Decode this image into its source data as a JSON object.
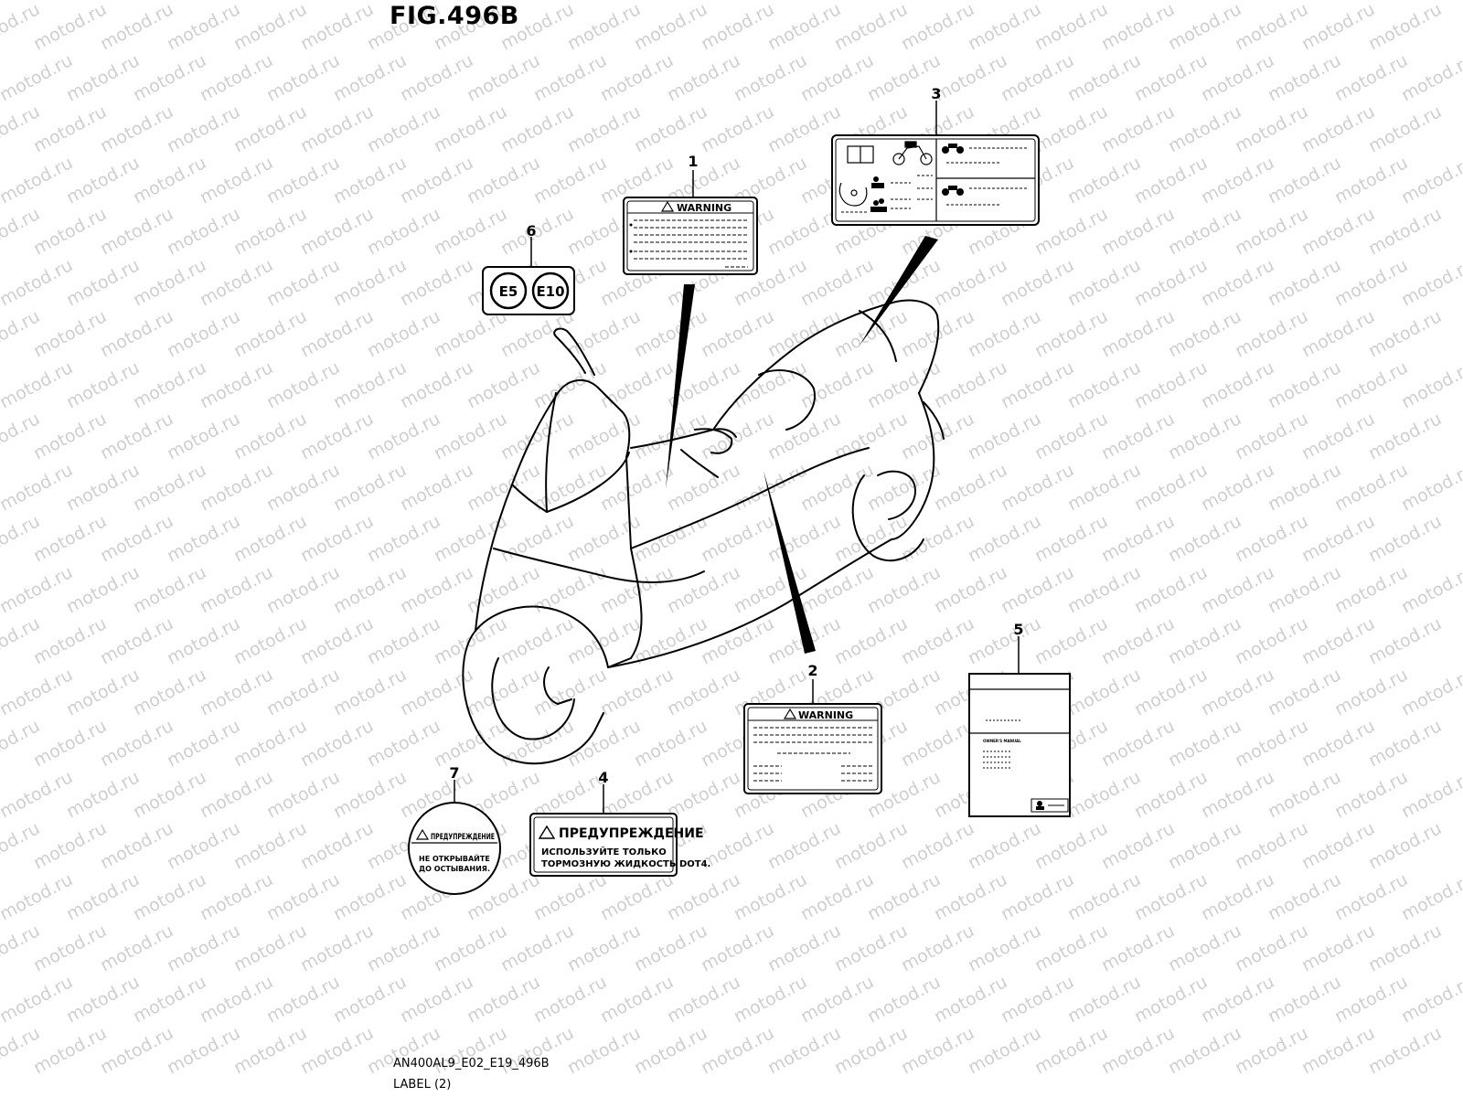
{
  "figure": {
    "title": "FIG.496B",
    "code": "AN400AL9_E02_E19_496B",
    "label": "LABEL (2)"
  },
  "watermark": {
    "text": "motod.ru"
  },
  "callouts": [
    {
      "number": "1"
    },
    {
      "number": "2"
    },
    {
      "number": "3"
    },
    {
      "number": "4"
    },
    {
      "number": "5"
    },
    {
      "number": "6"
    },
    {
      "number": "7"
    }
  ],
  "labels": {
    "warning_1": {
      "header": "WARNING"
    },
    "warning_2": {
      "header": "WARNING"
    },
    "fuel": {
      "e5": "E5",
      "e10": "E10"
    },
    "brake_fluid_ru": {
      "header": "ПРЕДУПРЕЖДЕНИЕ",
      "line1": "ИСПОЛЬЗУЙТЕ ТОЛЬКО",
      "line2": "ТОРМОЗНУЮ ЖИДКОСТЬ DOT4."
    },
    "radiator_cap_ru": {
      "header": "ПРЕДУПРЕЖДЕНИЕ",
      "line1": "НЕ ОТКРЫВАЙТЕ",
      "line2": "ДО ОСТЫВАНИЯ."
    },
    "manual": {
      "title": "OWNER'S MANUAL"
    }
  }
}
